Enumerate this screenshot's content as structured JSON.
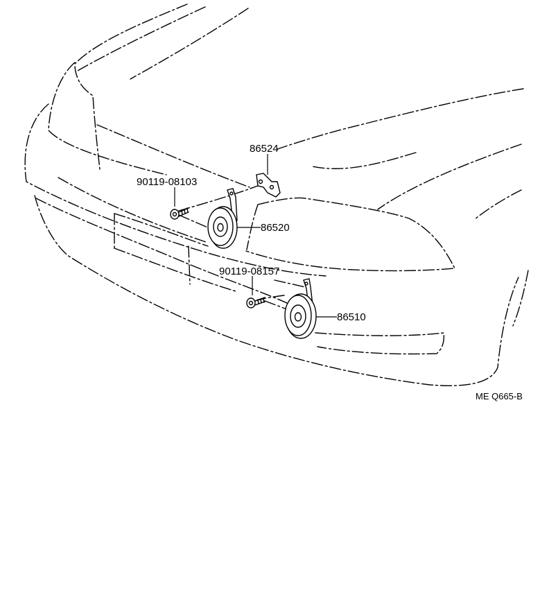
{
  "colors": {
    "line": "#000000",
    "background": "#ffffff"
  },
  "labels": {
    "bracket": "86524",
    "bolt_upper": "90119-08103",
    "horn_high": "86520",
    "bolt_lower": "90119-08157",
    "horn_low": "86510",
    "figure_ref": "ME Q665-B"
  }
}
